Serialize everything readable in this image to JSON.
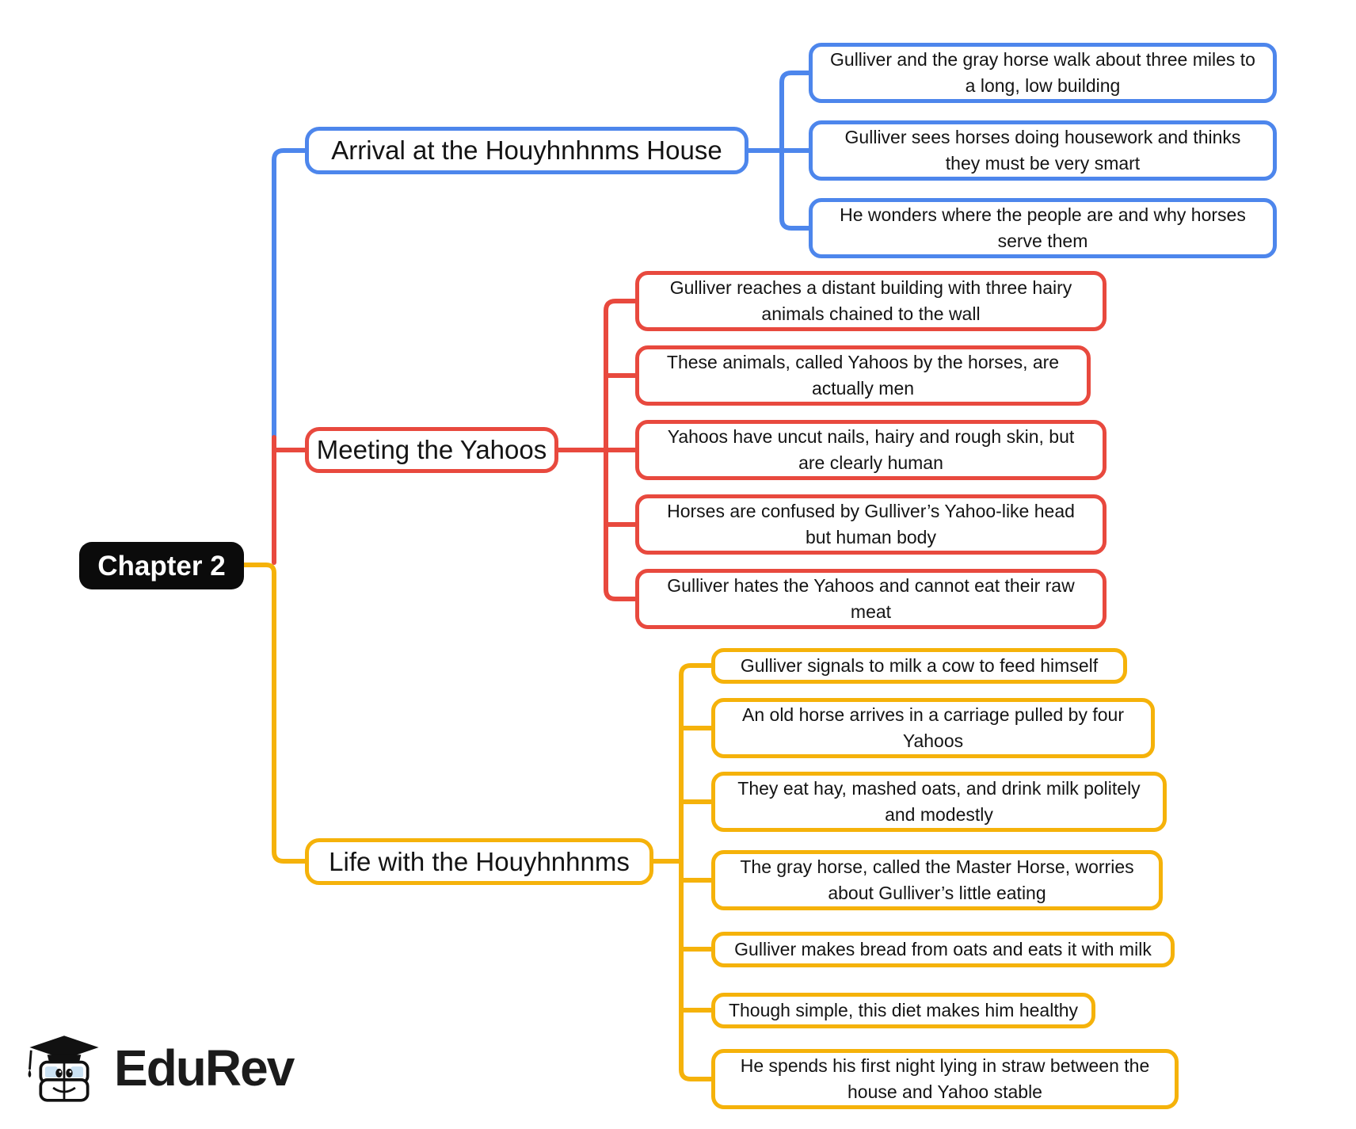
{
  "canvas": {
    "background": "#FFFFFF"
  },
  "diagram": {
    "root": {
      "label": "Chapter 2",
      "background": "#0B0B0B",
      "text_color": "#FFFFFF"
    },
    "branches": [
      {
        "label": "Arrival at the Houyhnhnms House",
        "color": "#4D86EC",
        "children": [
          "Gulliver and the gray horse walk about three miles to\na long, low building",
          "Gulliver sees horses doing housework and thinks\nthey must be very smart",
          "He wonders where the people are and why horses\nserve them"
        ]
      },
      {
        "label": "Meeting the Yahoos",
        "color": "#E8493E",
        "children": [
          "Gulliver reaches a distant building with three hairy\nanimals chained to the wall",
          "These animals, called Yahoos by the horses, are\nactually men",
          "Yahoos have uncut nails, hairy and rough skin, but\nare clearly human",
          "Horses are confused by Gulliver’s Yahoo-like head\nbut human body",
          "Gulliver hates the Yahoos and cannot eat their raw\nmeat"
        ]
      },
      {
        "label": "Life with the Houyhnhnms",
        "color": "#F5B20A",
        "children": [
          "Gulliver signals to milk a cow to feed himself",
          "An old horse arrives in a carriage pulled by four\nYahoos",
          "They eat hay, mashed oats, and drink milk politely\nand modestly",
          "The gray horse, called the Master Horse, worries\nabout Gulliver’s little eating",
          "Gulliver makes bread from oats and eats it with milk",
          "Though simple, this diet makes him healthy",
          "He spends his first night lying in straw between the\nhouse and Yahoo stable"
        ]
      }
    ]
  },
  "logo": {
    "brand": "EduRev",
    "mascot": "graduation-cap-books-mascot"
  }
}
